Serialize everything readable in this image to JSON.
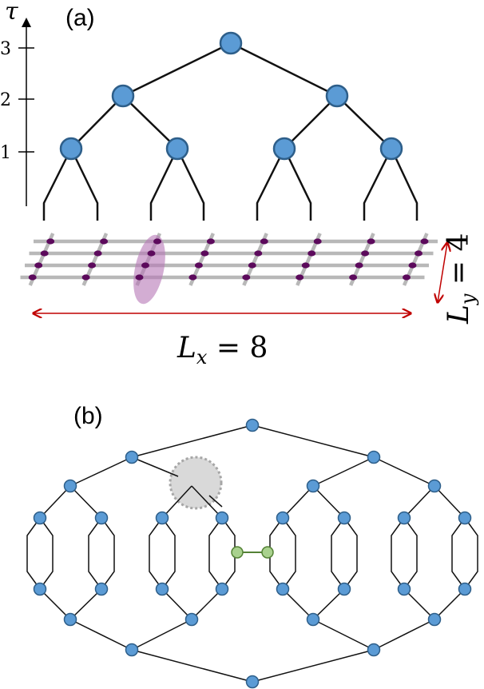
{
  "panel_a": {
    "label": "(a)",
    "tau_axis": {
      "label": "τ",
      "ticks": [
        "1",
        "2",
        "3"
      ]
    },
    "lx_label": {
      "main": "L",
      "sub": "x",
      "rest": " = 8"
    },
    "ly_label": {
      "main": "L",
      "sub": "y",
      "rest": " = 4"
    },
    "lattice": {
      "columns": 8,
      "rows": 4
    }
  },
  "panel_b": {
    "label": "(b)"
  },
  "colors": {
    "node_fill": "#5b9bd5",
    "node_stroke": "#2e5f8a",
    "green_node_fill": "#a9d18e",
    "green_node_stroke": "#548235",
    "site_fill": "#5c0a5c",
    "highlight_fill": "#b577b5",
    "arrow_red": "#c00000",
    "rung_gray": "#b8b8b8",
    "blob_fill": "#d9d9d9",
    "blob_stroke": "#a6a6a6"
  }
}
